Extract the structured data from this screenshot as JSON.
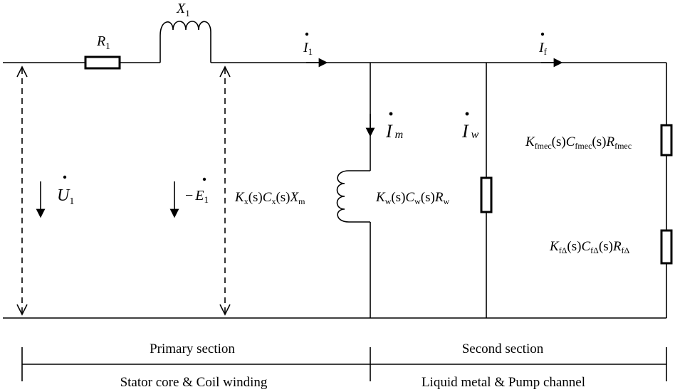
{
  "components": {
    "r1": {
      "sym": "R",
      "sub": "1"
    },
    "x1": {
      "sym": "X",
      "sub": "1"
    },
    "i1": {
      "sym": "I",
      "sub": "1"
    },
    "if_": {
      "sym": "I",
      "sub": "f"
    },
    "u1": {
      "sym": "U",
      "sub": "1"
    },
    "e1": {
      "prefix": "−",
      "sym": "E",
      "sub": "1"
    },
    "im": {
      "sym": "I",
      "sub": "m"
    },
    "iw": {
      "sym": "I",
      "sub": "w"
    }
  },
  "branches": {
    "xm": {
      "k": "K",
      "ks": "x",
      "c": "C",
      "cs": "x",
      "r": "X",
      "rs": "m",
      "s": "(s)"
    },
    "rw": {
      "k": "K",
      "ks": "w",
      "c": "C",
      "cs": "w",
      "r": "R",
      "rs": "w",
      "s": "(s)"
    },
    "rfmec": {
      "k": "K",
      "ks": "fmec",
      "c": "C",
      "cs": "fmec",
      "r": "R",
      "rs": "fmec",
      "s": "(s)"
    },
    "rfd": {
      "k": "K",
      "ks": "fΔ",
      "c": "C",
      "cs": "fΔ",
      "r": "R",
      "rs": "fΔ",
      "s": "(s)"
    }
  },
  "sections": {
    "primary": "Primary section",
    "second": "Second section",
    "stator": "Stator core & Coil winding",
    "liquid": "Liquid metal & Pump channel"
  }
}
